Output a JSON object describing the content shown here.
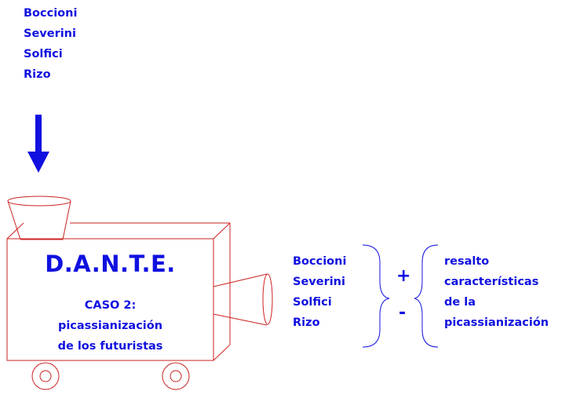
{
  "input_list": [
    "Boccioni",
    "Severini",
    "Solfici",
    "Rizo"
  ],
  "machine": {
    "title": "D.A.N.T.E.",
    "case_lines": [
      "CASO 2:",
      "picassianización",
      "de los futuristas"
    ]
  },
  "output_list": [
    "Boccioni",
    "Severini",
    "Solfici",
    "Rizo"
  ],
  "operators": {
    "plus": "+",
    "minus": "-"
  },
  "result_lines": [
    "resalto",
    "características",
    "de la",
    "picassianización"
  ],
  "colors": {
    "text": "#1010e0",
    "machine_outline": "#cc2222"
  },
  "icons": [
    "arrow-down-icon",
    "funnel-hopper-icon",
    "output-horn-icon",
    "wheel-icon",
    "curly-brace-icon"
  ]
}
